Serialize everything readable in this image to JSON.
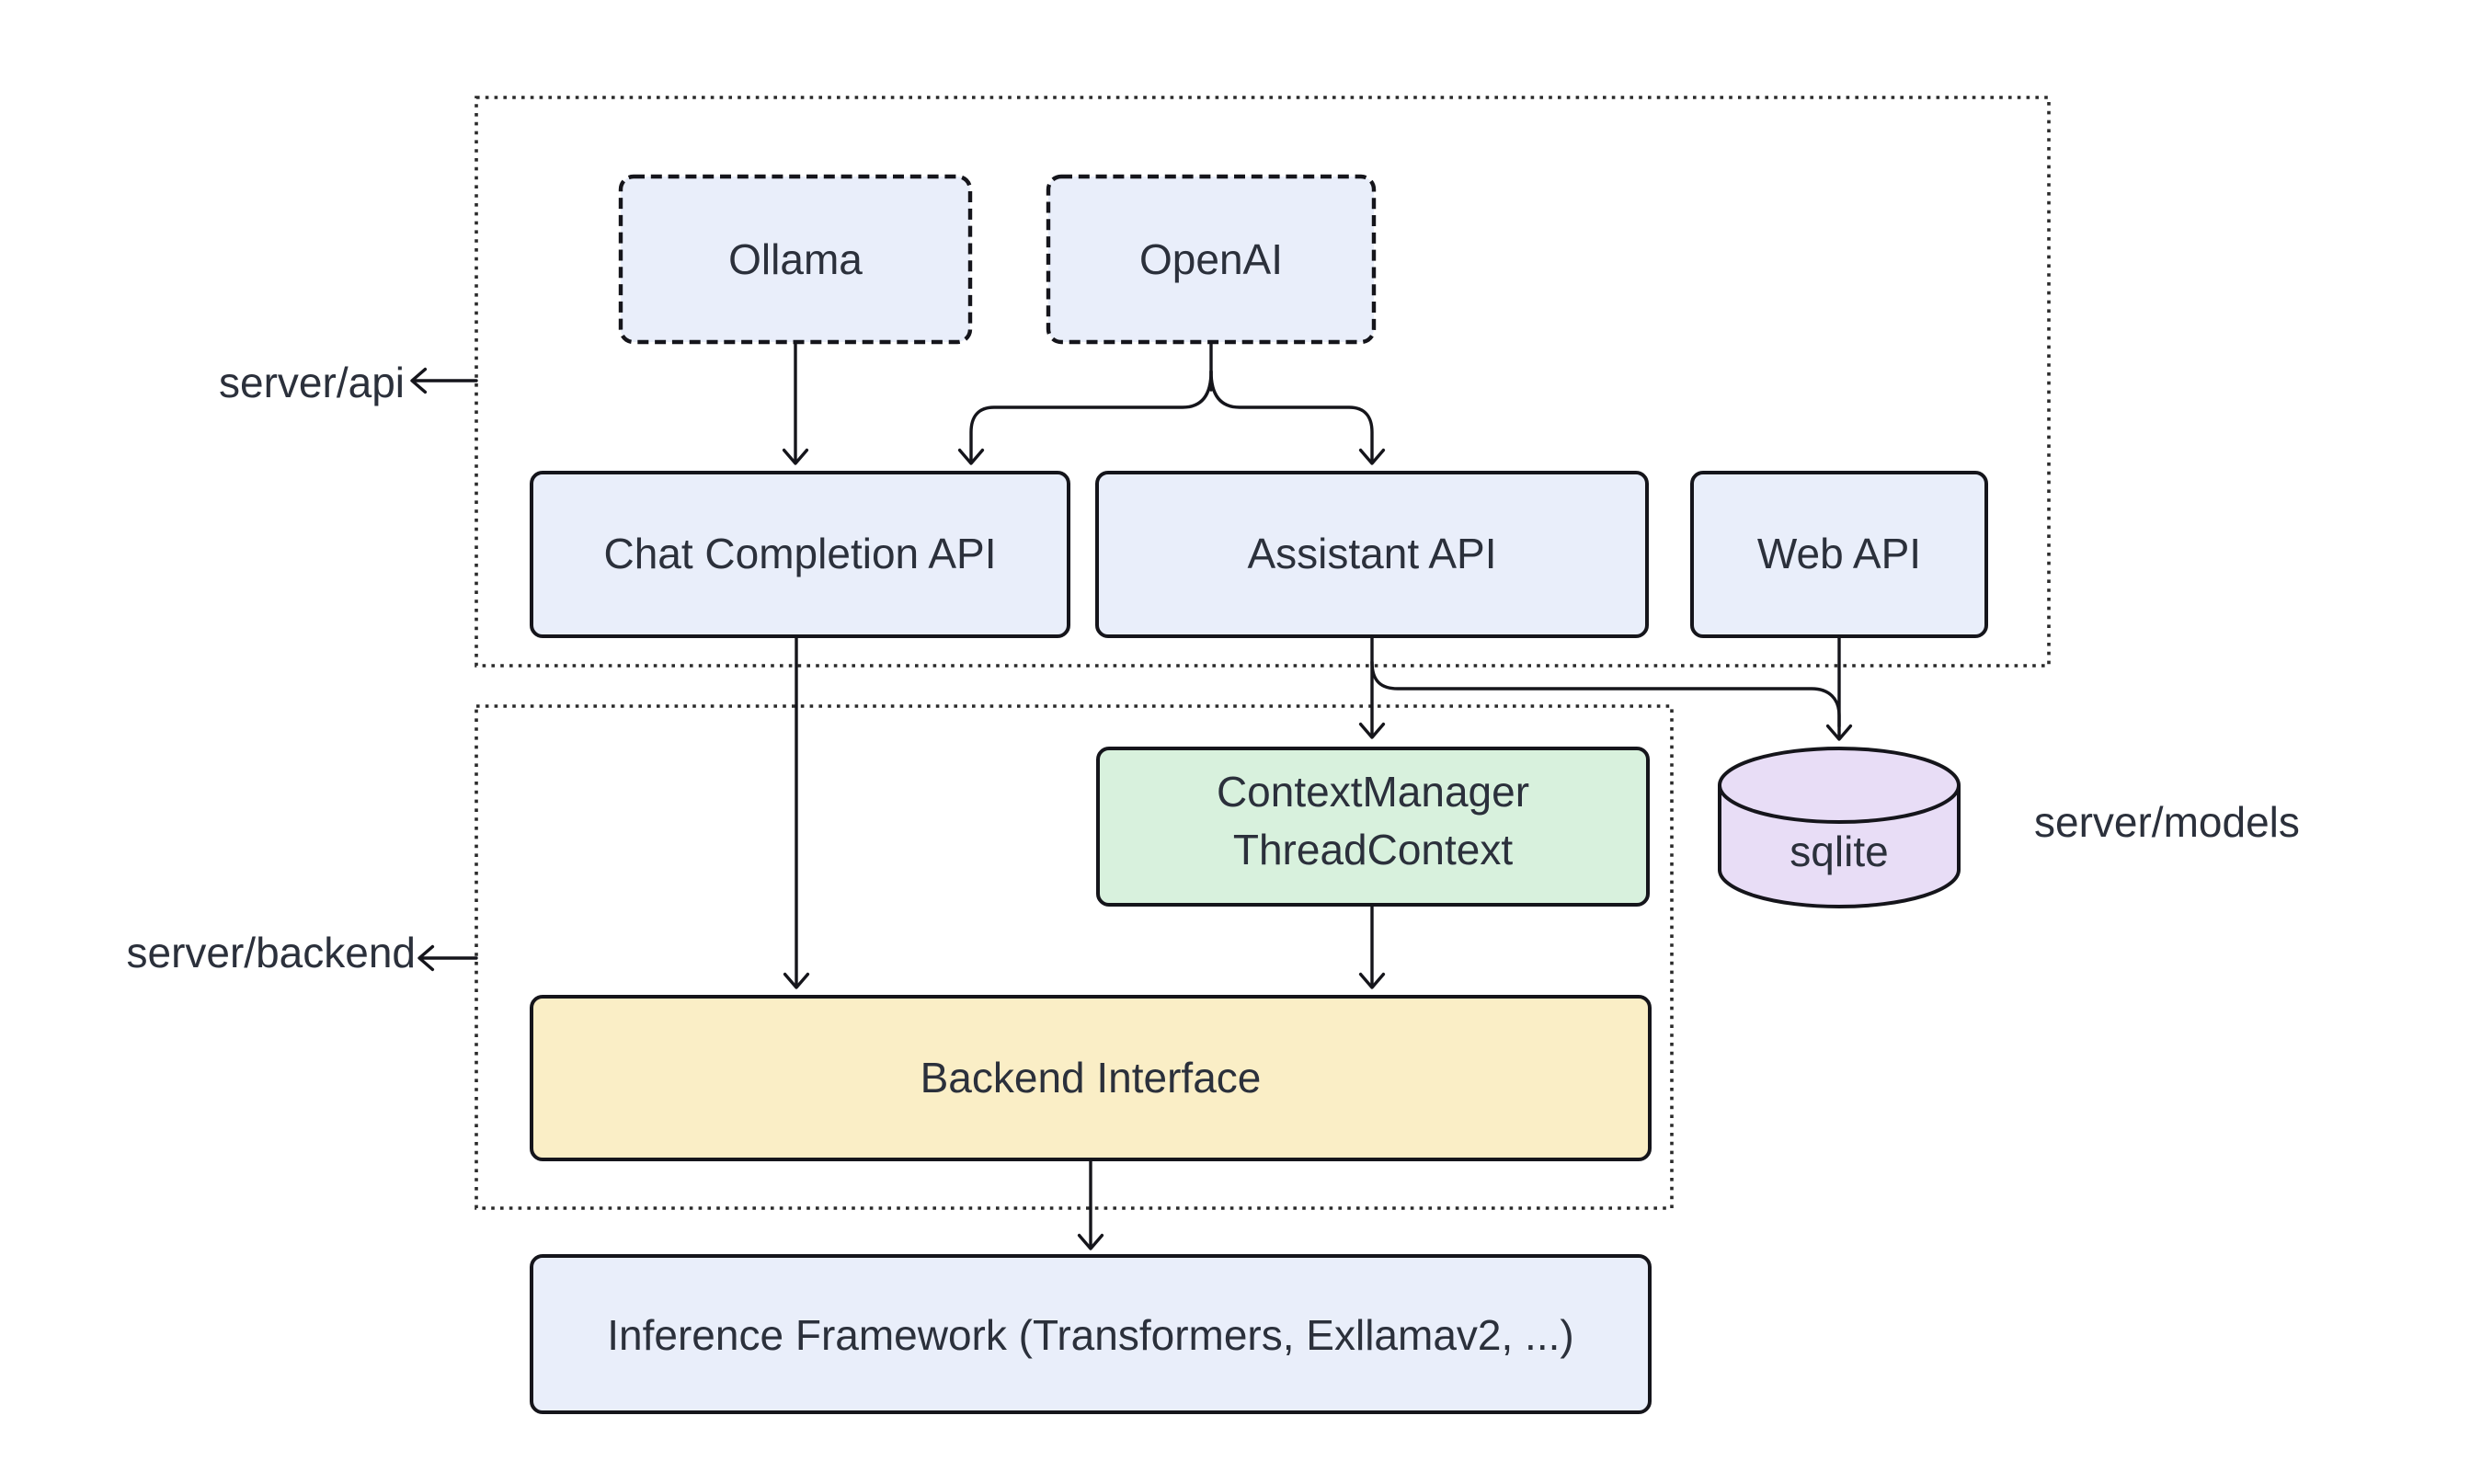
{
  "diagram": {
    "groups": {
      "api": {
        "label": "server/api"
      },
      "backend": {
        "label": "server/backend"
      },
      "models": {
        "label": "server/models"
      }
    },
    "nodes": {
      "ollama": {
        "label": "Ollama"
      },
      "openai": {
        "label": "OpenAI"
      },
      "chat_api": {
        "label": "Chat Completion API"
      },
      "assistant_api": {
        "label": "Assistant API"
      },
      "web_api": {
        "label": "Web API"
      },
      "context_manager": {
        "line1": "ContextManager",
        "line2": "ThreadContext"
      },
      "sqlite": {
        "label": "sqlite"
      },
      "backend_interface": {
        "label": "Backend Interface"
      },
      "inference": {
        "label": "Inference Framework (Transformers, Exllamav2, ...)"
      }
    },
    "edges": [
      {
        "from": "Ollama",
        "to": "Chat Completion API"
      },
      {
        "from": "OpenAI",
        "to": "Chat Completion API"
      },
      {
        "from": "OpenAI",
        "to": "Assistant API"
      },
      {
        "from": "Chat Completion API",
        "to": "Backend Interface"
      },
      {
        "from": "Assistant API",
        "to": "ContextManager ThreadContext"
      },
      {
        "from": "Assistant API",
        "to": "sqlite"
      },
      {
        "from": "Web API",
        "to": "sqlite"
      },
      {
        "from": "ContextManager ThreadContext",
        "to": "Backend Interface"
      },
      {
        "from": "Backend Interface",
        "to": "Inference Framework (Transformers, Exllamav2, ...)"
      }
    ],
    "colors": {
      "canvas": "#ffffff",
      "line": "#15151b",
      "border": "#15151b",
      "group_border": "#2b2b2b",
      "text": "#2b303b",
      "node_blue": "#e9eefa",
      "node_green": "#d8f1dd",
      "node_yellow": "#faeec6",
      "node_purple": "#e8ddf6"
    }
  }
}
